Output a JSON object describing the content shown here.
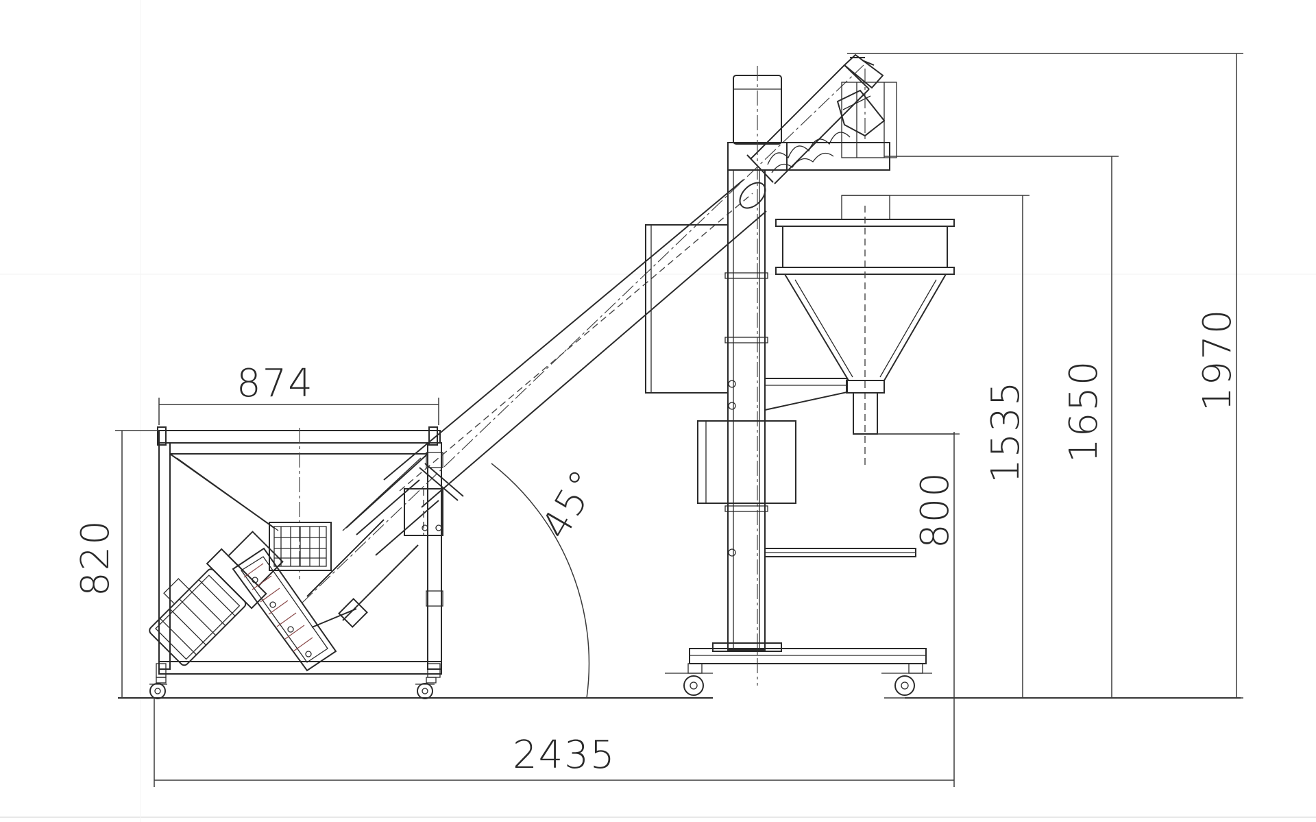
{
  "dimensions": {
    "hopper_width": "874",
    "hopper_height": "820",
    "overall_length": "2435",
    "filler_outlet_height": "800",
    "hopper_top_height": "1535",
    "conveyor_discharge_height": "1650",
    "overall_height": "1970",
    "incline_angle": "45°"
  },
  "colors": {
    "line": "#2a2a2a",
    "background": "#ffffff"
  }
}
